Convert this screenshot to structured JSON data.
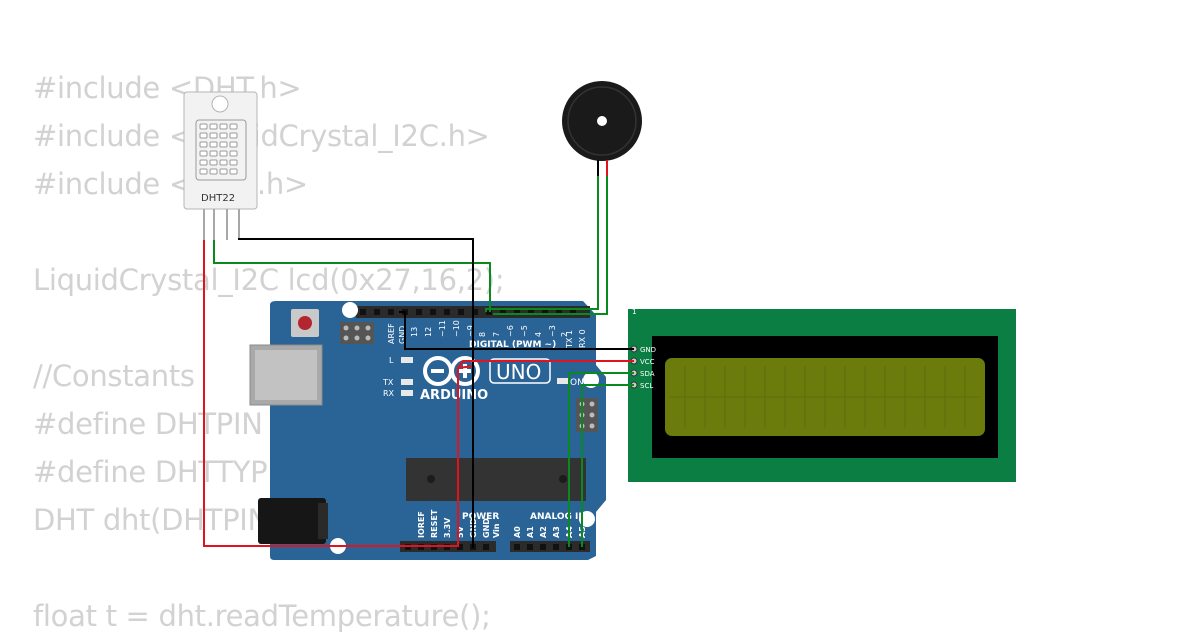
{
  "code_lines": [
    "#include <DHT.h>",
    "#include <LiquidCrystal_I2C.h>",
    "#include <Wire.h>",
    "",
    "LiquidCrystal_I2C lcd(0x27,16,2);",
    "",
    "//Constants",
    "#define DHTPIN 2",
    "#define DHTTYPE DHT22",
    "DHT dht(DHTPIN, DHTTYPE);",
    "",
    "float t = dht.readTemperature();"
  ],
  "dht": {
    "label": "DHT22"
  },
  "arduino": {
    "brand": "ARDUINO",
    "model": "UNO",
    "digital_header": "DIGITAL (PWM ~)",
    "digital_pins": [
      "AREF",
      "GND",
      "13",
      "12",
      "~11",
      "~10",
      "~9",
      "8",
      "7",
      "~6",
      "~5",
      "4",
      "~3",
      "2",
      "TX 1",
      "RX 0"
    ],
    "led_l": "L",
    "led_tx": "TX",
    "led_rx": "RX",
    "on_label": "ON",
    "power_header": "POWER",
    "power_pins": [
      "IOREF",
      "RESET",
      "3.3V",
      "5V",
      "GND",
      "GND",
      "Vin"
    ],
    "analog_header": "ANALOG IN",
    "analog_pins": [
      "A0",
      "A1",
      "A2",
      "A3",
      "A4",
      "A5"
    ]
  },
  "lcd": {
    "pin_index": "1",
    "pins": [
      "GND",
      "VCC",
      "SDA",
      "SCL"
    ],
    "pcb_color": "#0b7e43",
    "screen_color": "#6b7b0c"
  },
  "wire_colors": {
    "ground": "#000000",
    "power": "#e0141e",
    "signal": "#0a8a1e"
  }
}
